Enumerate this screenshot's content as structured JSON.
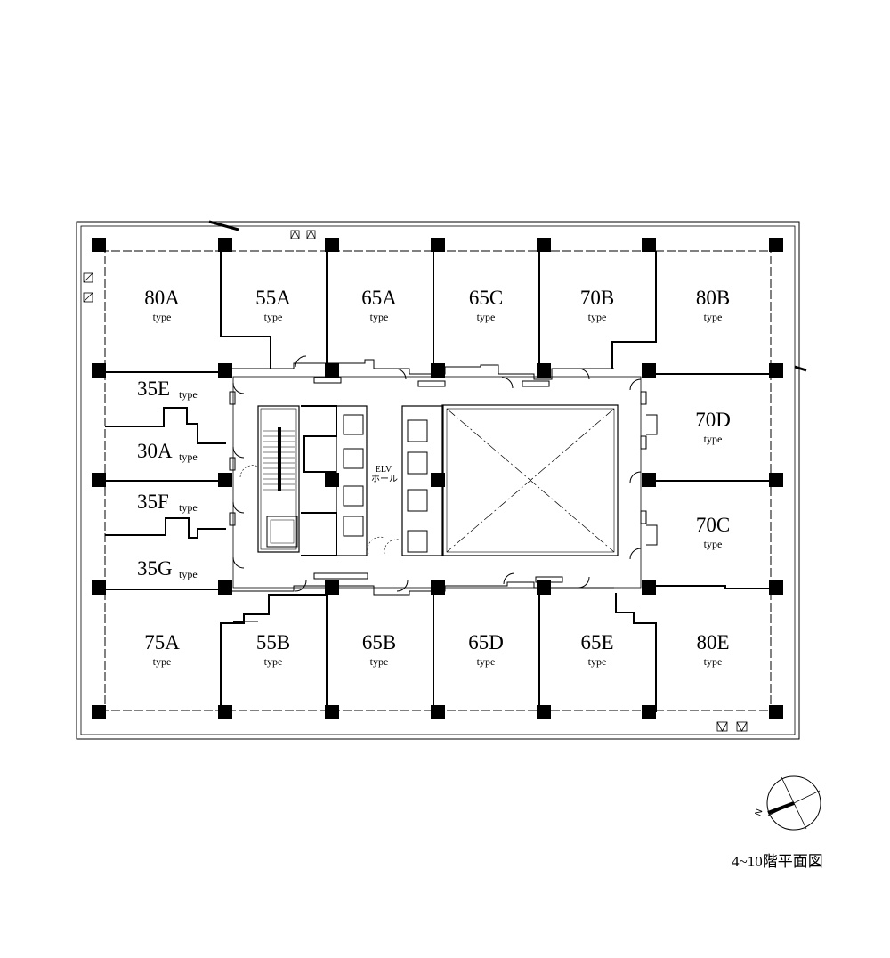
{
  "floor_plan": {
    "caption": "4~10階平面図",
    "elevator_hall": {
      "line1": "ELV",
      "line2": "ホール"
    },
    "north_label": "N",
    "units": [
      {
        "id": "80A",
        "name": "80A",
        "suffix": "type"
      },
      {
        "id": "55A",
        "name": "55A",
        "suffix": "type"
      },
      {
        "id": "65A",
        "name": "65A",
        "suffix": "type"
      },
      {
        "id": "65C",
        "name": "65C",
        "suffix": "type"
      },
      {
        "id": "70B",
        "name": "70B",
        "suffix": "type"
      },
      {
        "id": "80B",
        "name": "80B",
        "suffix": "type"
      },
      {
        "id": "35E",
        "name": "35E",
        "suffix": "type"
      },
      {
        "id": "30A",
        "name": "30A",
        "suffix": "type"
      },
      {
        "id": "35F",
        "name": "35F",
        "suffix": "type"
      },
      {
        "id": "35G",
        "name": "35G",
        "suffix": "type"
      },
      {
        "id": "70D",
        "name": "70D",
        "suffix": "type"
      },
      {
        "id": "70C",
        "name": "70C",
        "suffix": "type"
      },
      {
        "id": "75A",
        "name": "75A",
        "suffix": "type"
      },
      {
        "id": "55B",
        "name": "55B",
        "suffix": "type"
      },
      {
        "id": "65B",
        "name": "65B",
        "suffix": "type"
      },
      {
        "id": "65D",
        "name": "65D",
        "suffix": "type"
      },
      {
        "id": "65E",
        "name": "65E",
        "suffix": "type"
      },
      {
        "id": "80E",
        "name": "80E",
        "suffix": "type"
      }
    ]
  }
}
